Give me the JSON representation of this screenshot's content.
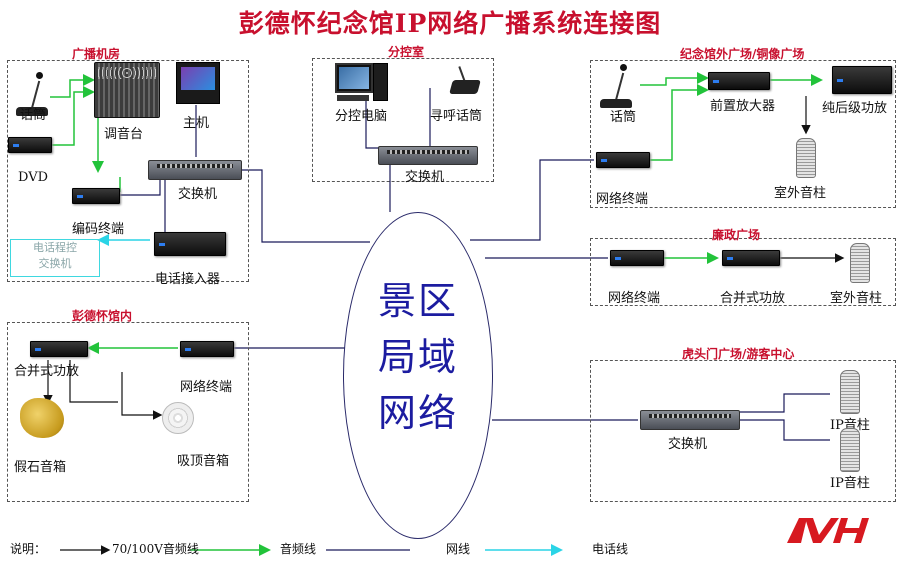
{
  "title": "彭德怀纪念馆IP网络广播系统连接图",
  "sections": {
    "broadcast_room": "广播机房",
    "control_room": "分控室",
    "outer_square": "纪念馆外广场/铜像广场",
    "lianzheng": "廉政广场",
    "inner_hall": "彭德怀馆内",
    "tiger_gate": "虎头门广场/游客中心"
  },
  "labels": {
    "mic1": "话筒",
    "mixer": "调音台",
    "host": "主机",
    "dvd": "DVD",
    "switch1": "交换机",
    "encoder": "编码终端",
    "phone_ctrl": [
      "电话程控",
      "交换机"
    ],
    "phone_access": "电话接入器",
    "ctrl_pc": "分控电脑",
    "paging_mic": "寻呼话筒",
    "switch2": "交换机",
    "mic2": "话筒",
    "preamp": "前置放大器",
    "poweramp": "纯后级功放",
    "net_term1": "网络终端",
    "outdoor_col1": "室外音柱",
    "net_term2": "网络终端",
    "mixamp1": "合并式功放",
    "outdoor_col2": "室外音柱",
    "mixamp2": "合并式功放",
    "net_term3": "网络终端",
    "rock_spk": "假石音箱",
    "ceil_spk": "吸顶音箱",
    "switch3": "交换机",
    "ip_col1": "IP音柱",
    "ip_col2": "IP音柱"
  },
  "network": [
    "景区",
    "局域",
    "网络"
  ],
  "legend": {
    "prefix": "说明：",
    "items": [
      {
        "label": "70/100V音频线",
        "color": "#111111"
      },
      {
        "label": "音频线",
        "color": "#22c33a"
      },
      {
        "label": "网线",
        "color": "#1a1a5a"
      },
      {
        "label": "电话线",
        "color": "#2ad4e6"
      }
    ]
  },
  "logo": "AVH",
  "colors": {
    "title": "#c8102e",
    "audio": "#22c33a",
    "network": "#1a1a5a",
    "phone": "#2ad4e6"
  }
}
